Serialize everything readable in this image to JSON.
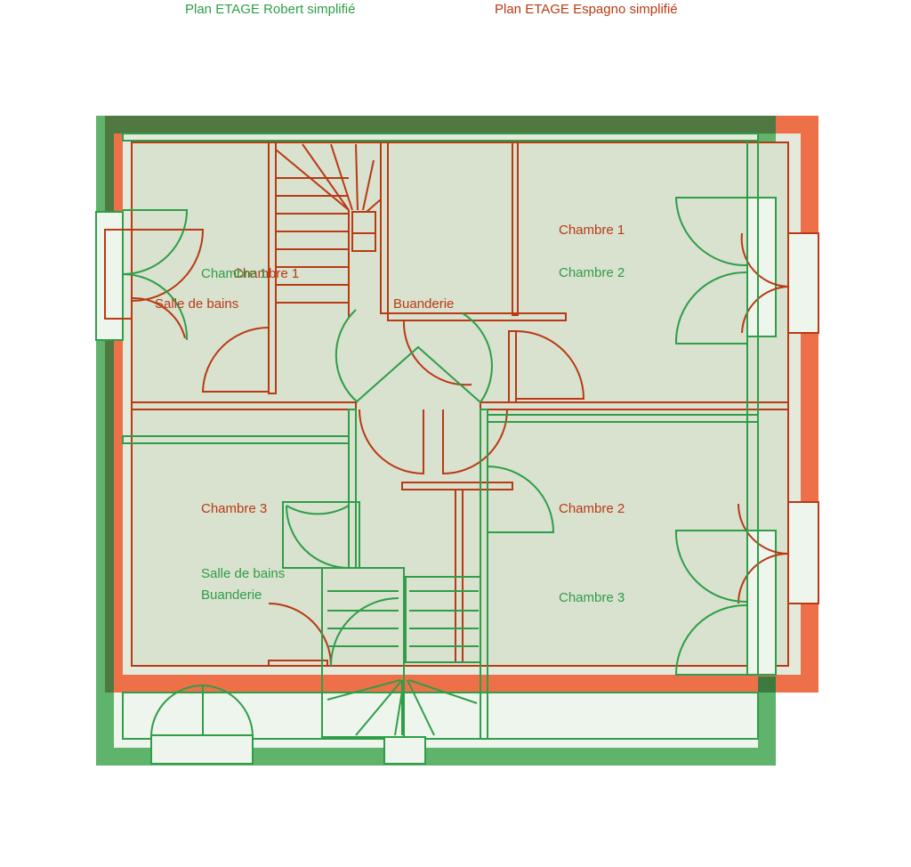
{
  "colors": {
    "robert": "#2e9e48",
    "robert_fill": "#5fb36a",
    "robert_dark": "#3d7a3f",
    "espagno": "#b93a14",
    "espagno_fill": "#ee7048",
    "floor_fill": "#d9e1cf",
    "light_fill": "#eef5ec"
  },
  "legend": {
    "robert": "Plan ETAGE Robert simplifié",
    "espagno": "Plan ETAGE Espagno simplifié"
  },
  "rooms_espagno": {
    "chambre1": "Chambre 1",
    "salle_de_bains": "Salle de bains",
    "buanderie": "Buanderie",
    "chambre3": "Chambre 3",
    "chambre2": "Chambre 2"
  },
  "rooms_robert": {
    "chambre1": "Chambre 1",
    "chambre2": "Chambre 2",
    "salle_de_bains": "Salle de bains",
    "buanderie": "Buanderie",
    "chambre3": "Chambre 3"
  }
}
